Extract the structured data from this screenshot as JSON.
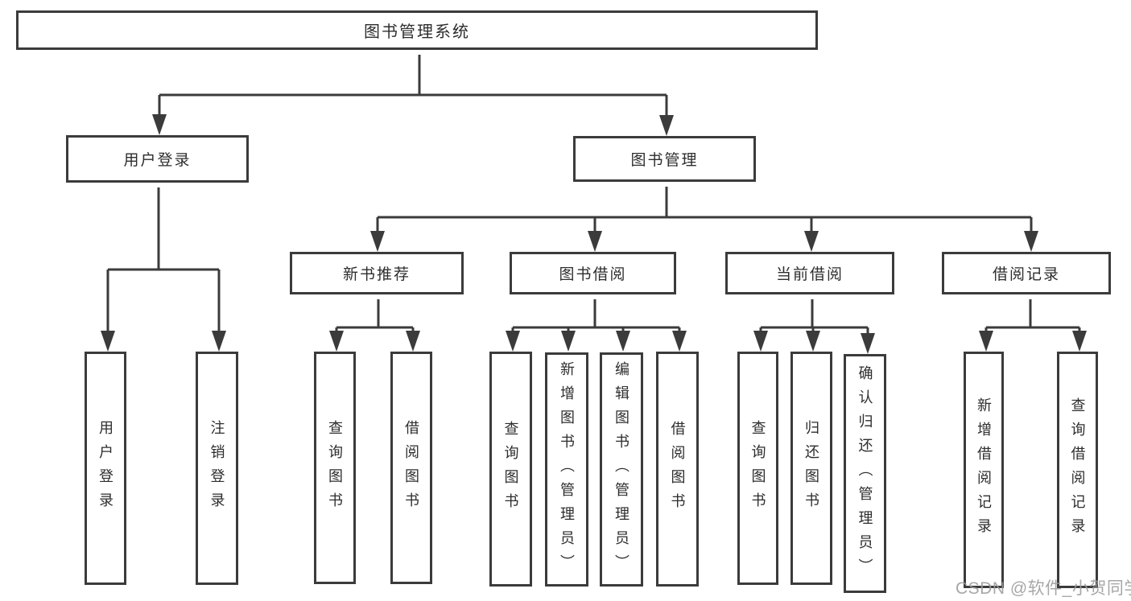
{
  "diagram_title": "图书管理系统",
  "tree": {
    "root": "图书管理系统",
    "children": [
      {
        "label": "用户登录",
        "children": [
          "用户登录",
          "注销登录"
        ]
      },
      {
        "label": "图书管理",
        "children": [
          {
            "label": "新书推荐",
            "children": [
              "查询图书",
              "借阅图书"
            ]
          },
          {
            "label": "图书借阅",
            "children": [
              "查询图书",
              "新增图书（管理员）",
              "编辑图书（管理员）",
              "借阅图书"
            ]
          },
          {
            "label": "当前借阅",
            "children": [
              "查询图书",
              "归还图书",
              "确认归还（管理员）"
            ]
          },
          {
            "label": "借阅记录",
            "children": [
              "新增借阅记录",
              "查询借阅记录"
            ]
          }
        ]
      }
    ]
  },
  "watermark": {
    "text": "CSDN @软件_小贺同学"
  },
  "colors": {
    "line": "#3b3b3b",
    "text": "#2d2d2d",
    "background": "#ffffff",
    "watermark": "#9b9b9b"
  }
}
